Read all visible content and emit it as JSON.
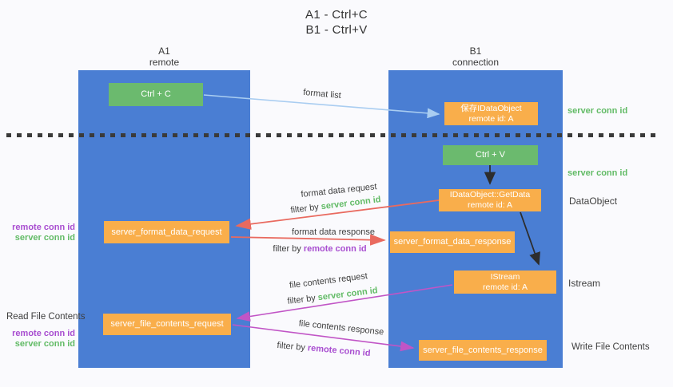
{
  "title": {
    "line1": "A1 - Ctrl+C",
    "line2": "B1 - Ctrl+V"
  },
  "lanes": {
    "a1": {
      "line1": "A1",
      "line2": "remote"
    },
    "b1": {
      "line1": "B1",
      "line2": "connection"
    }
  },
  "nodes": {
    "ctrl_c": {
      "label": "Ctrl + C"
    },
    "save_idataobject": {
      "line1": "保存IDataObject",
      "line2": "remote id: A"
    },
    "ctrl_v": {
      "label": "Ctrl + V"
    },
    "getdata": {
      "line1": "IDataObject::GetData",
      "line2": "remote id: A"
    },
    "format_request": {
      "label": "server_format_data_request"
    },
    "format_response": {
      "label": "server_format_data_response"
    },
    "istream": {
      "line1": "IStream",
      "line2": "remote id: A"
    },
    "file_request": {
      "label": "server_file_contents_request"
    },
    "file_response": {
      "label": "server_file_contents_response"
    }
  },
  "flow_labels": {
    "format_list": "format list",
    "format_data_request": "format data request",
    "format_data_response": "format data response",
    "file_contents_request": "file contents request",
    "file_contents_response": "file contents response",
    "filter_by": "filter by",
    "server_conn_id": "server conn id",
    "remote_conn_id": "remote conn id"
  },
  "side_labels": {
    "server_conn_id_top_right": "server conn id",
    "server_conn_id_mid_right": "server conn id",
    "data_object": "DataObject",
    "istream": "Istream",
    "write_file_contents": "Write File Contents",
    "read_file_contents": "Read File Contents",
    "remote_conn_id_left_top": "remote conn id",
    "server_conn_id_left_top": "server conn id",
    "remote_conn_id_left_bottom": "remote conn id",
    "server_conn_id_left_bottom": "server conn id"
  },
  "colors": {
    "lane_blue": "#4a7ed3",
    "box_green": "#6bba6e",
    "box_orange": "#f9ae4b",
    "arrow_red": "#e96a5f",
    "arrow_magenta": "#c155c6",
    "arrow_blue": "#a9cdf1",
    "arrow_black": "#2d2d2d",
    "text_green": "#62bb66",
    "text_purple": "#a84dd0",
    "text_dark": "#3f3f3f"
  }
}
